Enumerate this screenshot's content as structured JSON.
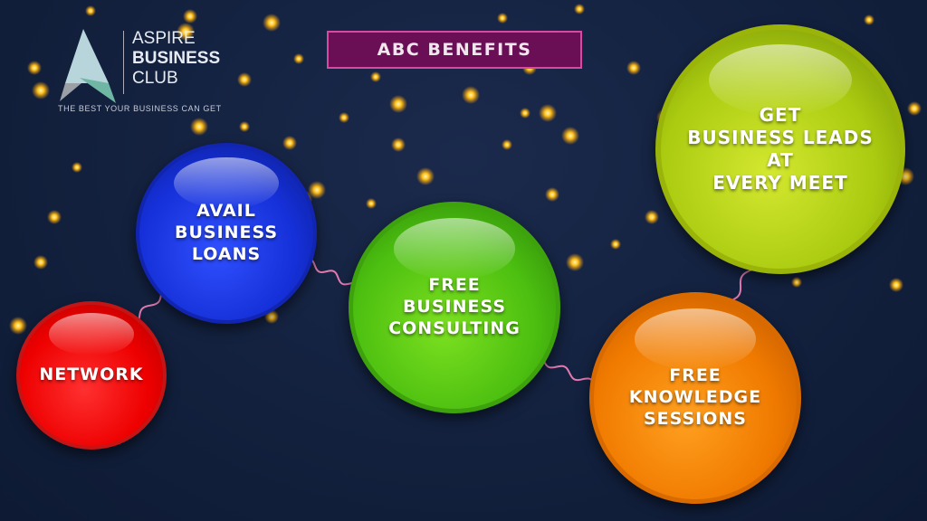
{
  "logo": {
    "line1": "ASPIRE",
    "line2": "BUSINESS",
    "line3": "CLUB",
    "tagline": "THE BEST YOUR BUSINESS CAN GET"
  },
  "title": "ABC BENEFITS",
  "benefits": [
    {
      "label": "NETWORK",
      "color": "#e00000"
    },
    {
      "label": "AVAIL\nBUSINESS\nLOANS",
      "color": "#1530d8"
    },
    {
      "label": "FREE\nBUSINESS\nCONSULTING",
      "color": "#4cbf10"
    },
    {
      "label": "FREE\nKNOWLEDGE\nSESSIONS",
      "color": "#f07a00"
    },
    {
      "label": "GET\nBUSINESS LEADS\nAT\nEVERY MEET",
      "color": "#aacb10"
    }
  ],
  "connector_color": "#e27ab0"
}
